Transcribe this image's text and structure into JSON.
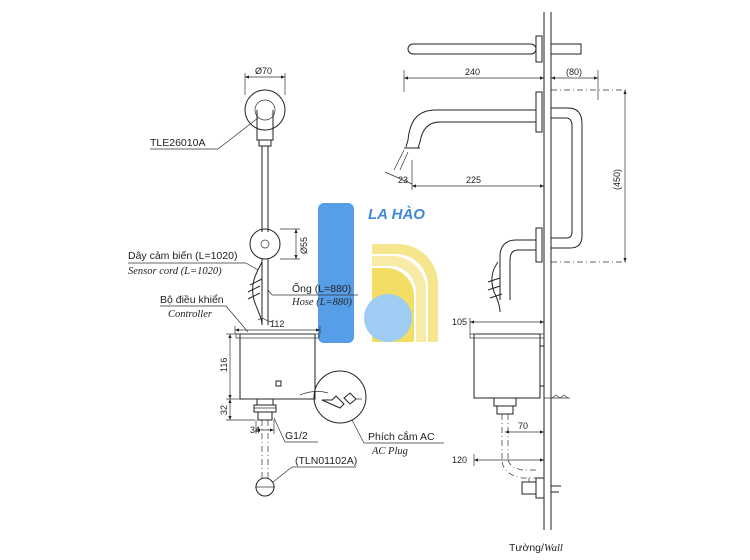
{
  "diagram": {
    "front_view": {
      "dims": {
        "d70": "Ø70",
        "d55": "Ø55",
        "w112": "112",
        "h116": "116",
        "h32": "32",
        "w34": "34"
      },
      "labels": {
        "faucet_model": "TLE26010A",
        "sensor_cord_vi": "Dây cảm biến (L=1020)",
        "sensor_cord_en": "Sensor cord (L=1020)",
        "hose_vi": "Ống (L=880)",
        "hose_en": "Hose (L=880)",
        "controller_vi": "Bộ điều khiển",
        "controller_en": "Controller",
        "thread": "G1/2",
        "valve_model": "(TLN01102A)",
        "ac_plug_vi": "Phích cắm AC",
        "ac_plug_en": "AC Plug"
      }
    },
    "side_view": {
      "dims": {
        "d240": "240",
        "d80": "(80)",
        "d225": "225",
        "d23": "23",
        "d450": "(450)",
        "d105": "105",
        "d70": "70",
        "d120": "120"
      },
      "wall_label_vi": "Tường/",
      "wall_label_en": "Wall"
    },
    "watermark": {
      "text": "LA HÀO",
      "colors": {
        "blue": "#3a8ee6",
        "light_blue": "#8ec4f2",
        "yellow": "#f4e27a"
      }
    }
  }
}
